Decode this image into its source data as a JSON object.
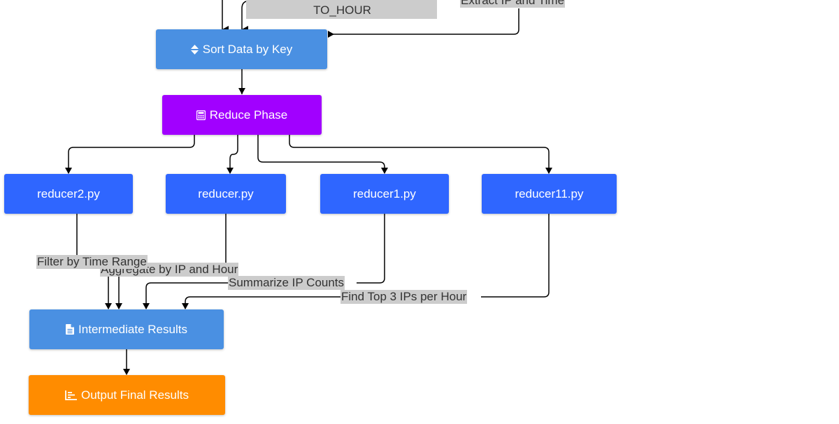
{
  "colors": {
    "light_blue": "#4a90e2",
    "purple": "#a100ff",
    "blue": "#2f66ff",
    "orange": "#ff8c00",
    "edge": "#000000",
    "label_bg": "#cccccc"
  },
  "nodes": {
    "sort": {
      "label": "Sort Data by Key",
      "icon": "sort-icon"
    },
    "reduce": {
      "label": "Reduce Phase",
      "icon": "calculator-icon"
    },
    "reducer2": {
      "label": "reducer2.py"
    },
    "reducer": {
      "label": "reducer.py"
    },
    "reducer1": {
      "label": "reducer1.py"
    },
    "reducer11": {
      "label": "reducer11.py"
    },
    "intermediate": {
      "label": "Intermediate Results",
      "icon": "file-icon"
    },
    "output": {
      "label": "Output Final Results",
      "icon": "chart-icon"
    }
  },
  "edge_labels": {
    "to_hour": "TO_HOUR",
    "extract_ip_time": "Extract IP and Time",
    "filter_time_range": "Filter by Time Range",
    "aggregate_ip_hour": "Aggregate by IP and Hour",
    "summarize_ip_counts": "Summarize IP Counts",
    "find_top3": "Find Top 3 IPs per Hour"
  }
}
